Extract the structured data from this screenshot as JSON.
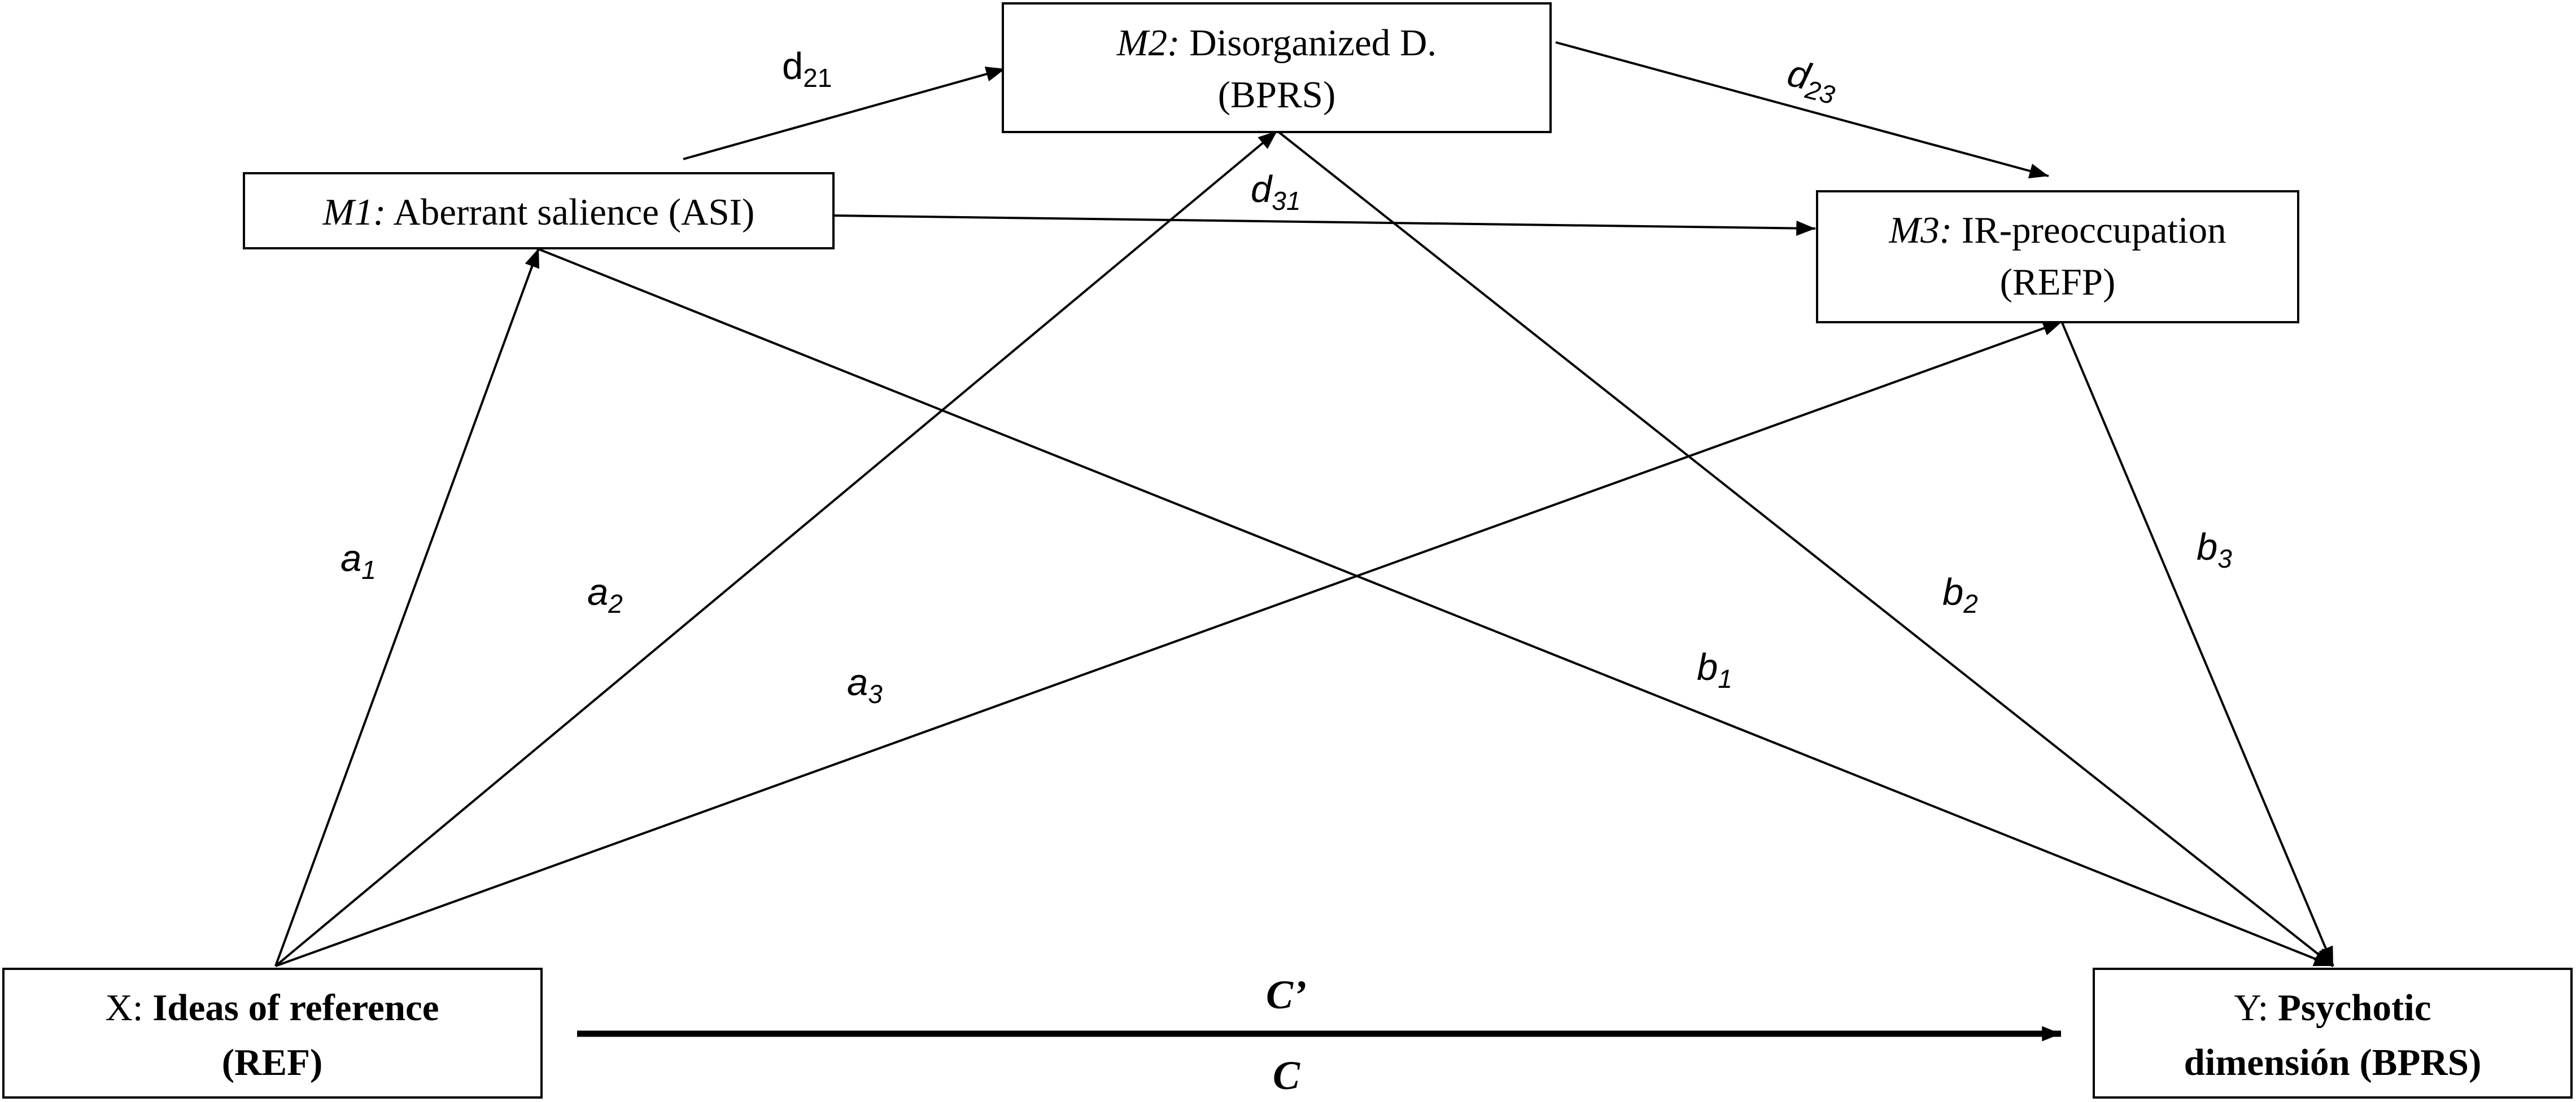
{
  "nodes": {
    "m1": {
      "prefix": "M1:",
      "label": " Aberrant  salience  (ASI)"
    },
    "m2": {
      "prefix": "M2:",
      "label": " Disorganized  D.",
      "line2": "(BPRS)"
    },
    "m3": {
      "prefix": "M3:",
      "label": " IR-preoccupation",
      "line2": "(REFP)"
    },
    "x": {
      "prefix": "X: ",
      "label": "Ideas of reference",
      "line2": "(REF)"
    },
    "y": {
      "prefix": "Y: ",
      "label": "Psychotic",
      "line2": "dimensión  (BPRS)"
    }
  },
  "paths": {
    "d21": {
      "base": "d",
      "sub": "21"
    },
    "d23": {
      "base": "d",
      "sub": "23"
    },
    "d31": {
      "base": "d",
      "sub": "31"
    },
    "a1": {
      "base": "a",
      "sub": "1"
    },
    "a2": {
      "base": "a",
      "sub": "2"
    },
    "a3": {
      "base": "a",
      "sub": "3"
    },
    "b1": {
      "base": "b",
      "sub": "1"
    },
    "b2": {
      "base": "b",
      "sub": "2"
    },
    "b3": {
      "base": "b",
      "sub": "3"
    },
    "c_prime": "C’",
    "c": "C"
  },
  "colors": {
    "stroke": "#000000",
    "background": "#ffffff"
  }
}
